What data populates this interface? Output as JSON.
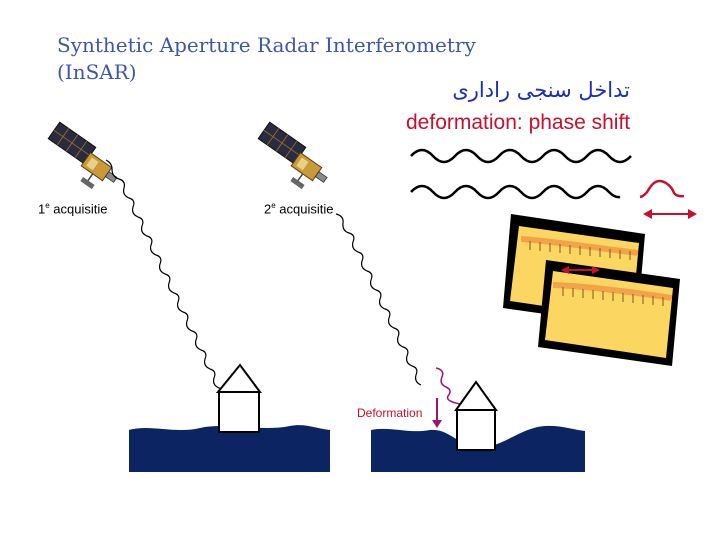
{
  "title_line1": "Synthetic Aperture Radar Interferometry",
  "title_line2": "(InSAR)",
  "persian_title": "تداخل سنجی راداری",
  "deformation_title": "deformation: phase shift",
  "acquisition1": {
    "number": "1",
    "superscript": "e",
    "text": " acquisitie"
  },
  "acquisition2": {
    "number": "2",
    "superscript": "e",
    "text": " acquisitie"
  },
  "deformation_label": "Deformation",
  "colors": {
    "title": "#3e57a8",
    "persian": "#1a2fb5",
    "accent_red": "#c8102e",
    "ground": "#0c2461",
    "panel_yellow": "#fbd660",
    "panel_orange": "#f4a24a",
    "wave_magenta": "#a0146e"
  },
  "icons": [
    "satellite-icon",
    "house-icon",
    "double-arrow-icon"
  ]
}
